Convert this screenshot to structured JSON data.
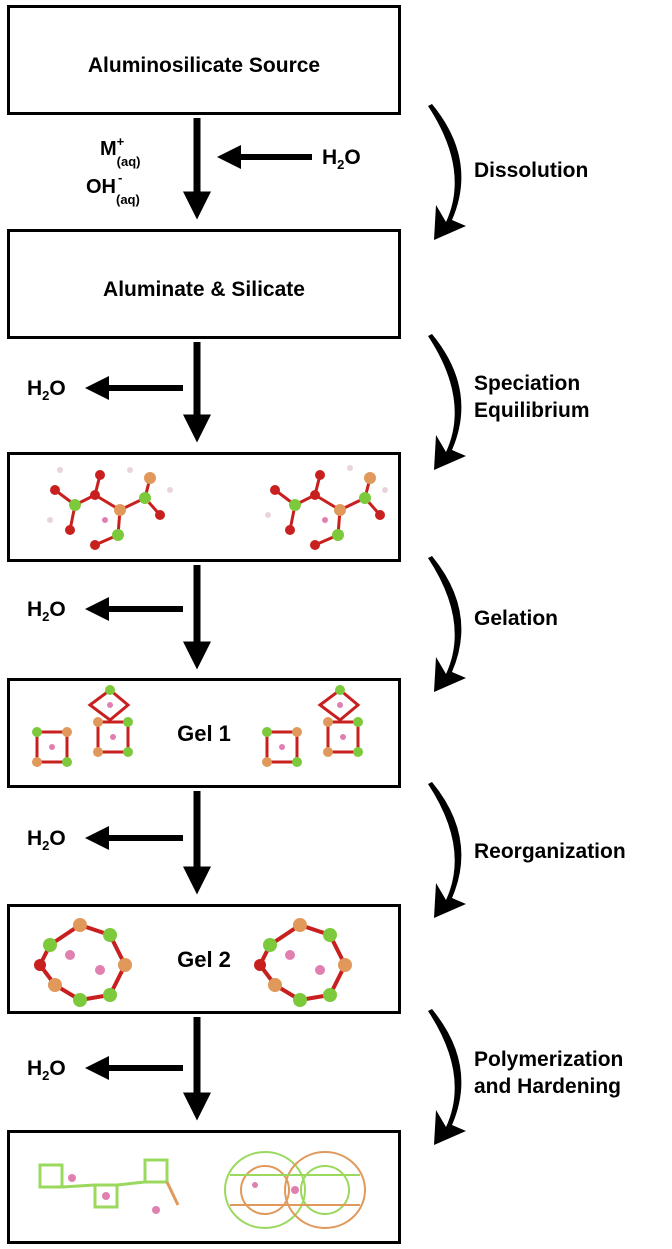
{
  "boxes": {
    "source": "Aluminosilicate Source",
    "intermediate": "Aluminate & Silicate",
    "gel1": "Gel 1",
    "gel2": "Gel 2"
  },
  "reactants": {
    "cation": "M",
    "cation_charge": "+",
    "cation_state": "(aq)",
    "hydroxide": "OH",
    "hydroxide_charge": "-",
    "hydroxide_state": "(aq)"
  },
  "water": {
    "base": "H",
    "sub": "2",
    "tail": "O"
  },
  "steps": {
    "dissolution": "Dissolution",
    "speciation_1": "Speciation",
    "speciation_2": "Equilibrium",
    "gelation": "Gelation",
    "reorganization": "Reorganization",
    "polymerization_1": "Polymerization",
    "polymerization_2": "and Hardening"
  },
  "colors": {
    "si_atom": "#7cc93c",
    "al_atom": "#e0995a",
    "o_atom": "#c8201e",
    "cation_atom": "#e07fb0",
    "h_atom": "#e8d4df"
  }
}
